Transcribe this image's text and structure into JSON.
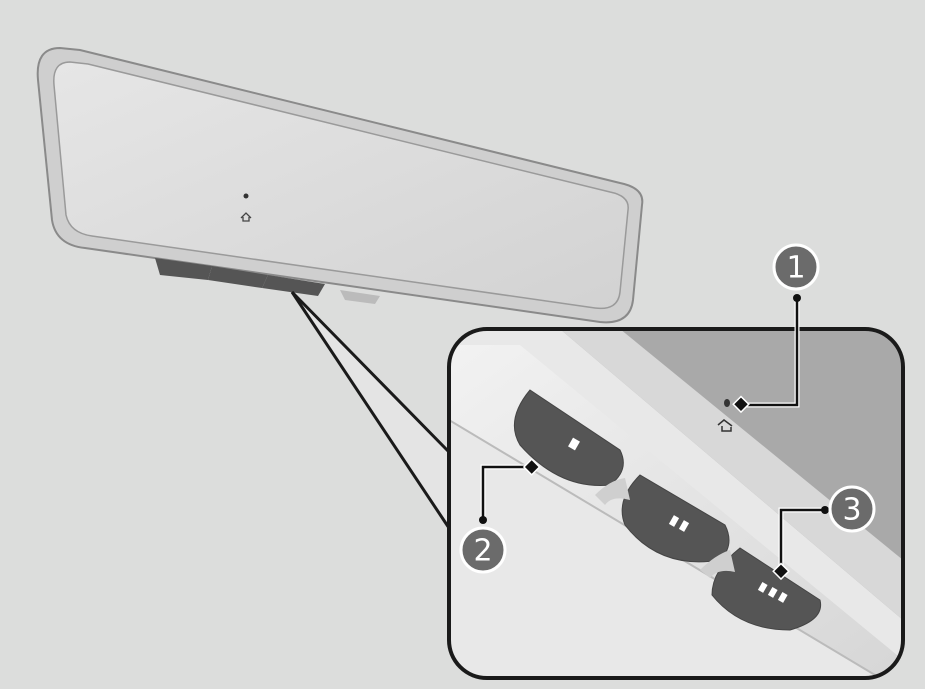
{
  "callouts": [
    {
      "number": "1"
    },
    {
      "number": "2"
    },
    {
      "number": "3"
    }
  ],
  "colors": {
    "background": "#dcdddc",
    "callout_fill": "#6b6b6b",
    "button_fill": "#5a5a5a",
    "outline": "#1a1a1a"
  }
}
